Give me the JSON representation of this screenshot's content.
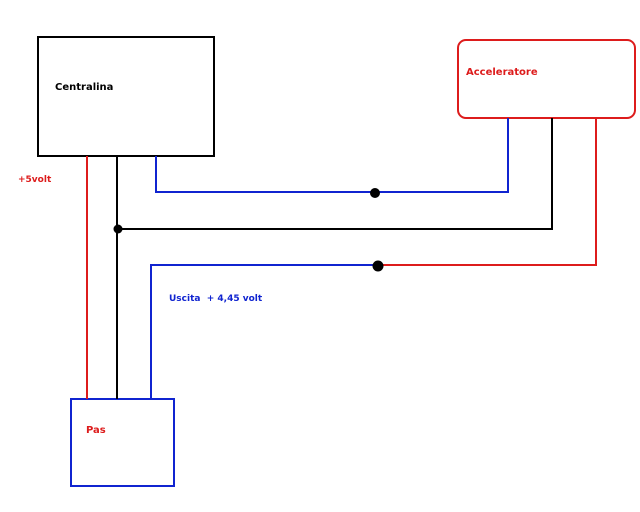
{
  "diagram": {
    "components": {
      "centralina": "Centralina",
      "acceleratore": "Acceleratore",
      "pas": "Pas"
    },
    "annotations": {
      "supply_voltage": "+5volt",
      "output_voltage": "Uscita  + 4,45 volt"
    },
    "colors": {
      "supply_wire": "#dd1c1c",
      "signal_wire": "#1024d0",
      "ground_wire": "#000000",
      "centralina_border": "#000000",
      "acceleratore_border": "#dd1c1c",
      "pas_border": "#1024d0",
      "centralina_label": "#000000",
      "acceleratore_label": "#dd1c1c",
      "pas_label": "#dd1c1c",
      "supply_voltage_label": "#dd1c1c",
      "output_voltage_label": "#1024d0"
    }
  }
}
